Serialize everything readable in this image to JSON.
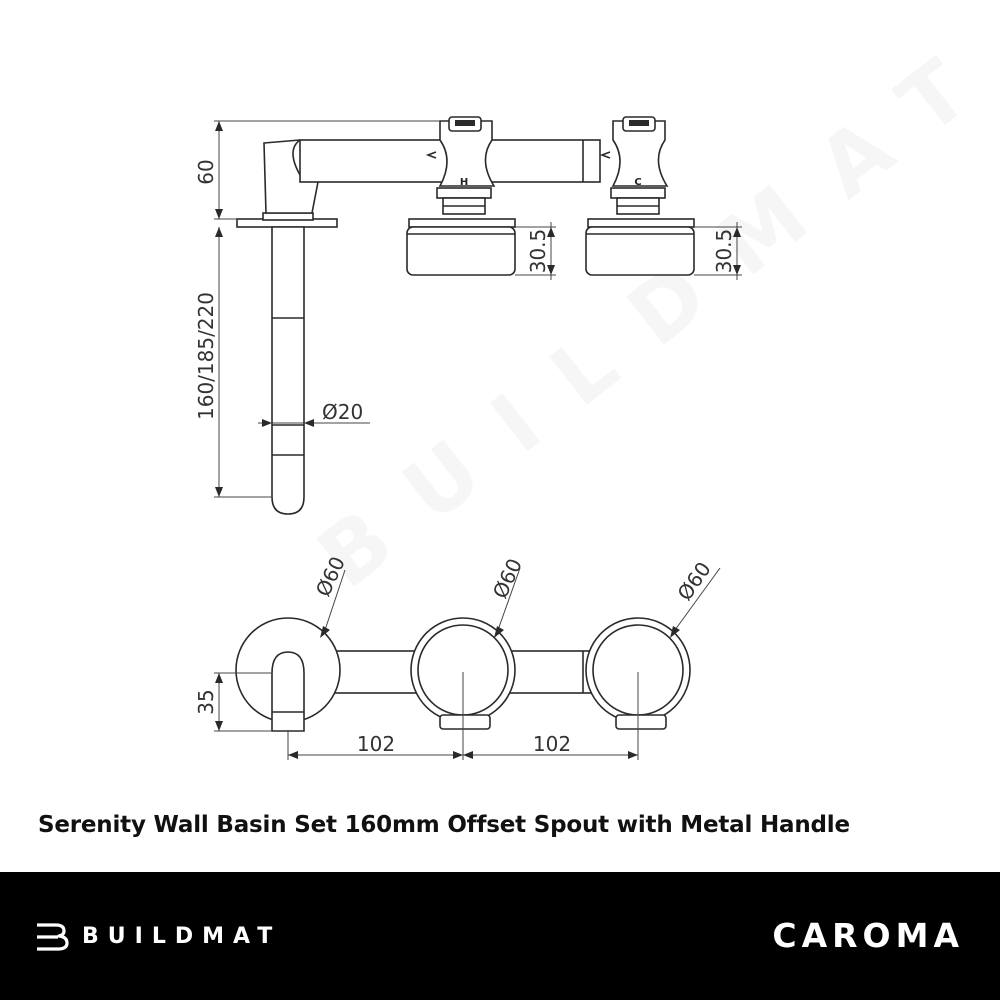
{
  "title": "Serenity Wall Basin Set 160mm Offset Spout with Metal Handle",
  "dimensions": {
    "height_60": "60",
    "spout_length": "160/185/220",
    "spout_diameter": "Ø20",
    "handle_height_left": "30.5",
    "handle_height_right": "30.5",
    "plate_dia_1": "Ø60",
    "plate_dia_2": "Ø60",
    "plate_dia_3": "Ø60",
    "offset_35": "35",
    "spacing_1": "102",
    "spacing_2": "102"
  },
  "valve_labels": {
    "hot": "H",
    "cold": "C"
  },
  "watermark": "BUILDMAT",
  "footer": {
    "left_brand": "BUILDMAT",
    "right_brand": "CAROMA",
    "left_icon": "buildmat-b-icon"
  },
  "colors": {
    "line": "#2a2a2a",
    "footer_bg": "#000000",
    "footer_text": "#ffffff"
  }
}
